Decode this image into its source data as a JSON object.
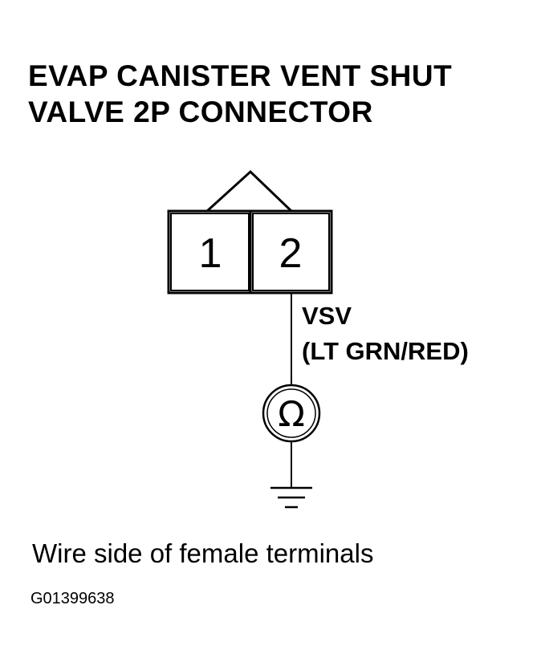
{
  "title": {
    "line1": "EVAP CANISTER VENT SHUT",
    "line2": "VALVE 2P CONNECTOR"
  },
  "connector": {
    "terminals": [
      "1",
      "2"
    ]
  },
  "wire": {
    "name": "VSV",
    "color": "(LT GRN/RED)"
  },
  "meter": {
    "symbol": "Ω",
    "icon": "ohmmeter-icon"
  },
  "ground": {
    "icon": "ground-icon"
  },
  "caption": "Wire side of female terminals",
  "figure_id": "G01399638"
}
